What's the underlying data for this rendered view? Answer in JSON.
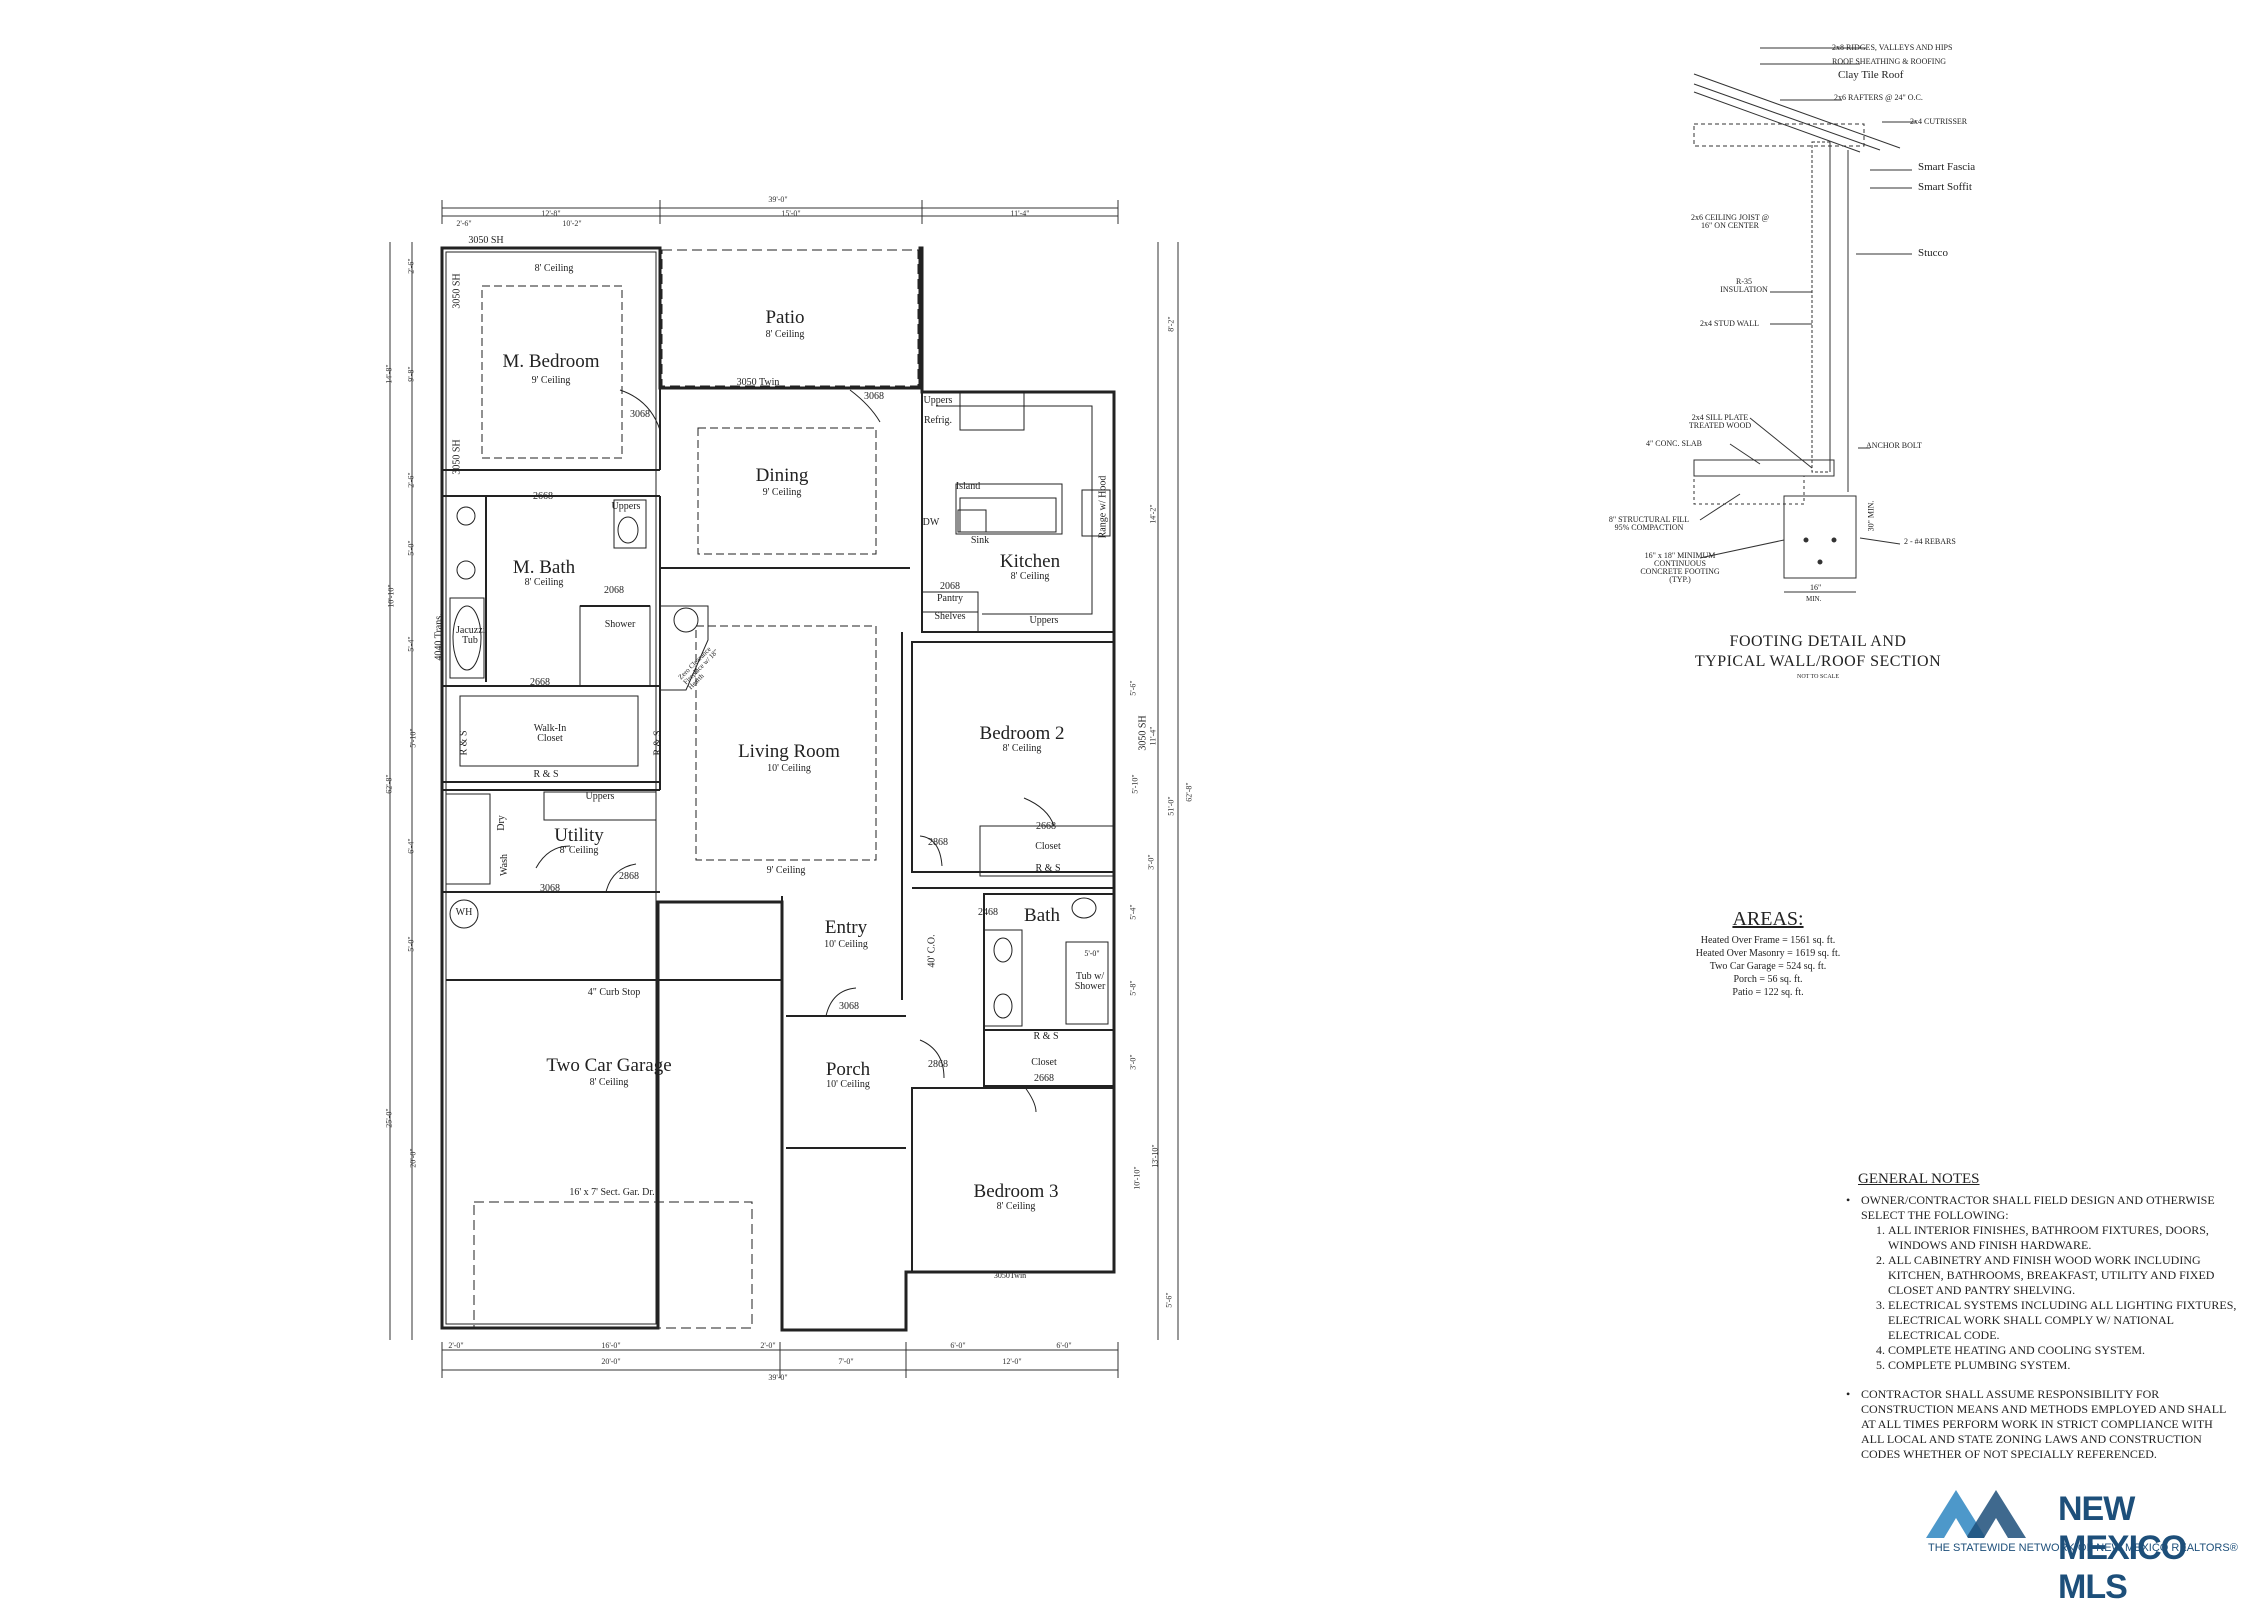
{
  "plan": {
    "overall_top": "39'-0\"",
    "overall_bottom": "39'-0\"",
    "top_segments": [
      "12'-8\"",
      "15'-0\"",
      "11'-4\"",
      "2'-6\"",
      "10'-2\""
    ],
    "bottom_segments": [
      "2'-0\"",
      "16'-0\"",
      "2'-0\"",
      "20'-0\"",
      "7'-0\"",
      "12'-0\"",
      "6'-0\"",
      "6'-0\""
    ],
    "left_dims": [
      "2'-6\"",
      "14'-8\"",
      "9'-8\"",
      "2'-6\"",
      "5'-0\"",
      "10'-10\"",
      "5'-4\"",
      "5'-10\"",
      "62'-8\"",
      "6'-4\"",
      "5'-0\"",
      "25'-0\"",
      "20'-0\""
    ],
    "right_dims": [
      "8'-2\"",
      "14'-2\"",
      "11'-4\"",
      "5'-6\"",
      "51'-0\"",
      "62'-8\"",
      "5'-10\"",
      "3'-0\"",
      "5'-4\"",
      "5'-8\"",
      "3'-0\"",
      "13'-10\"",
      "10'-10\"",
      "5'-6\""
    ],
    "rooms": [
      {
        "name": "M. Bedroom",
        "ceiling": "9' Ceiling"
      },
      {
        "name": "Patio",
        "ceiling": "8' Ceiling"
      },
      {
        "name": "Dining",
        "ceiling": "9' Ceiling"
      },
      {
        "name": "Kitchen",
        "ceiling": "8' Ceiling"
      },
      {
        "name": "M. Bath",
        "ceiling": "8' Ceiling"
      },
      {
        "name": "Living Room",
        "ceiling": "10' Ceiling"
      },
      {
        "name": "Bedroom 2",
        "ceiling": "8' Ceiling"
      },
      {
        "name": "Utility",
        "ceiling": "8' Ceiling"
      },
      {
        "name": "Bath",
        "ceiling": ""
      },
      {
        "name": "Entry",
        "ceiling": "10' Ceiling"
      },
      {
        "name": "Two Car Garage",
        "ceiling": "8' Ceiling"
      },
      {
        "name": "Porch",
        "ceiling": "10' Ceiling"
      },
      {
        "name": "Bedroom 3",
        "ceiling": "8' Ceiling"
      }
    ],
    "labels": {
      "mbed_window_top": "3050 SH",
      "mbed_window_side": "3050 SH",
      "mbed_window_side2": "3050 SH",
      "mbed_8ceil": "8' Ceiling",
      "patio_door": "3050 Twin",
      "door_3068_a": "3068",
      "door_3068_b": "3068",
      "door_3068_c": "3068",
      "door_3068_d": "3068",
      "uppers_kitchen": "Uppers",
      "refrig": "Refrig.",
      "island": "Island",
      "dw": "DW",
      "sink": "Sink",
      "range": "Range w/ Hood",
      "pantry_door": "2068",
      "pantry": "Pantry",
      "shelves": "Shelves",
      "uppers_kitchen2": "Uppers",
      "mbath_door": "2668",
      "mbath_uppers": "Uppers",
      "shower_door": "2068",
      "shower": "Shower",
      "jacuzzi": "Jacuzzi Tub",
      "trans_window": "4040 Trans.",
      "fireplace": "Zero Clearance Fireplace w/ 18\" Hearth",
      "closet_door": "2668",
      "walkin": "Walk-In Closet",
      "rs1": "R & S",
      "rs2": "R & S",
      "rs3": "R & S",
      "bed2_window": "3050 SH",
      "utility_uppers": "Uppers",
      "dry": "Dry",
      "wash": "Wash",
      "utility_door": "2868",
      "living_9ceil": "9' Ceiling",
      "closet2_door": "2668",
      "closet2": "Closet",
      "rs4": "R & S",
      "bed2_door": "2868",
      "bath_door": "2468",
      "wh": "WH",
      "tub_shower": "Tub w/ Shower",
      "tub_dim": "5'-0\"",
      "co": "40' C.O.",
      "curb": "4\" Curb Stop",
      "rs5": "R & S",
      "closet3": "Closet",
      "closet3_door": "2668",
      "bed3_door": "2868",
      "garage_door": "16' x 7' Sect. Gar. Dr.",
      "bed3_window": "3050Twin"
    }
  },
  "detail": {
    "callouts": [
      "2x8 RIDGES, VALLEYS AND HIPS",
      "ROOF SHEATHING & ROOFING",
      "Clay Tile Roof",
      "2x6 RAFTERS @ 24\" O.C.",
      "2x4 CUTRISSER",
      "Smart Fascia",
      "Smart Soffit",
      "2x6 CEILING JOIST @ 16\" ON CENTER",
      "Stucco",
      "R-35 INSULATION",
      "2x4 STUD WALL",
      "2x4 SILL PLATE TREATED WOOD",
      "4\" CONC. SLAB",
      "ANCHOR BOLT",
      "8\" STRUCTURAL FILL 95% COMPACTION",
      "30\" MIN.",
      "16\" x 18\" MINIMUM CONTINUOUS CONCRETE FOOTING (TYP.)",
      "2 - #4 REBARS",
      "16\"",
      "MIN."
    ],
    "title_line1": "FOOTING DETAIL AND",
    "title_line2": "TYPICAL WALL/ROOF SECTION",
    "subtitle": "NOT TO SCALE"
  },
  "areas": {
    "heading": "AREAS:",
    "rows": [
      "Heated Over Frame = 1561 sq. ft.",
      "Heated Over Masonry = 1619 sq. ft.",
      "Two Car Garage = 524 sq. ft.",
      "Porch = 56 sq. ft.",
      "Patio = 122 sq. ft."
    ]
  },
  "notes": {
    "heading": "GENERAL NOTES",
    "intro": "OWNER/CONTRACTOR SHALL FIELD DESIGN AND OTHERWISE SELECT THE FOLLOWING:",
    "items": [
      "ALL INTERIOR FINISHES, BATHROOM FIXTURES, DOORS, WINDOWS AND FINISH HARDWARE.",
      "ALL CABINETRY AND FINISH WOOD WORK INCLUDING KITCHEN, BATHROOMS, BREAKFAST, UTILITY AND FIXED CLOSET AND PANTRY SHELVING.",
      "ELECTRICAL SYSTEMS INCLUDING ALL LIGHTING FIXTURES, ELECTRICAL WORK SHALL COMPLY W/ NATIONAL ELECTRICAL CODE.",
      "COMPLETE HEATING AND COOLING SYSTEM.",
      "COMPLETE PLUMBING SYSTEM."
    ],
    "closing": "CONTRACTOR SHALL ASSUME RESPONSIBILITY FOR CONSTRUCTION MEANS AND METHODS EMPLOYED AND SHALL AT ALL TIMES PERFORM WORK IN STRICT COMPLIANCE WITH ALL LOCAL AND STATE ZONING LAWS AND CONSTRUCTION CODES WHETHER OF NOT SPECIALLY REFERENCED."
  },
  "logo": {
    "word": "NEW MEXICO MLS",
    "tagline": "THE STATEWIDE NETWORK OF NEW MEXICO REALTORS®"
  }
}
